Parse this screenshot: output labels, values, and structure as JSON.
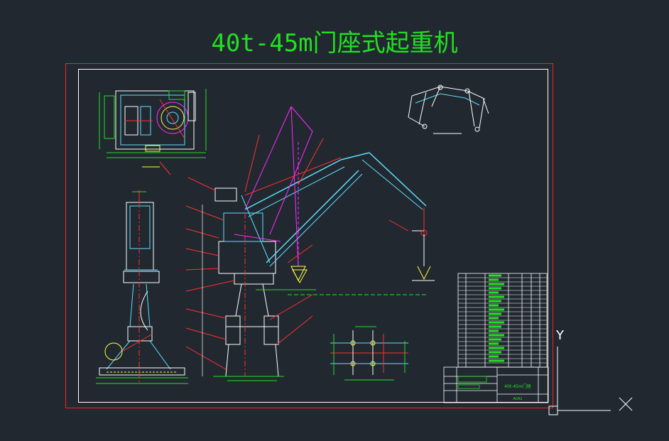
{
  "title": "40t-45m门座式起重机",
  "colors": {
    "background": "#212830",
    "title": "#22e022",
    "border_outer": "#ff2020",
    "border_inner": "#ffffff",
    "line_cyan": "#5fe0ff",
    "line_magenta": "#ff2cff",
    "line_red": "#ff3030",
    "line_green": "#22e022",
    "line_yellow": "#ffff40"
  },
  "drawing": {
    "title_block_name": "40t-45m门座",
    "sheet_size": "A0A2"
  },
  "ucs": {
    "y_label": "Y",
    "x_icon": "close-icon"
  }
}
